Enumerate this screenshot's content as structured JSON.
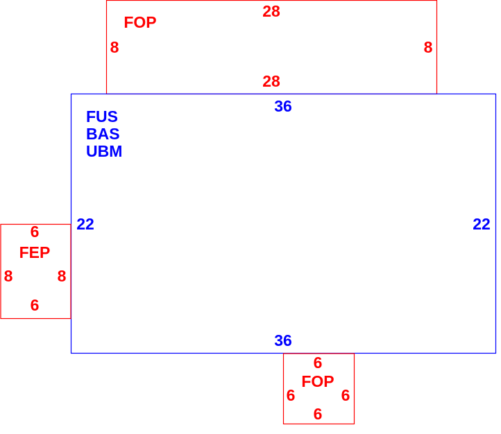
{
  "colors": {
    "red": "#ff0000",
    "blue": "#0000ff"
  },
  "top_box": {
    "label": "FOP",
    "top": "28",
    "bottom": "28",
    "left": "8",
    "right": "8"
  },
  "main_box": {
    "labels": [
      "FUS",
      "BAS",
      "UBM"
    ],
    "top": "36",
    "bottom": "36",
    "left": "22",
    "right": "22"
  },
  "left_box": {
    "label": "FEP",
    "top": "6",
    "bottom": "6",
    "left": "8",
    "right": "8"
  },
  "bottom_box": {
    "label": "FOP",
    "top": "6",
    "bottom": "6",
    "left": "6",
    "right": "6"
  }
}
